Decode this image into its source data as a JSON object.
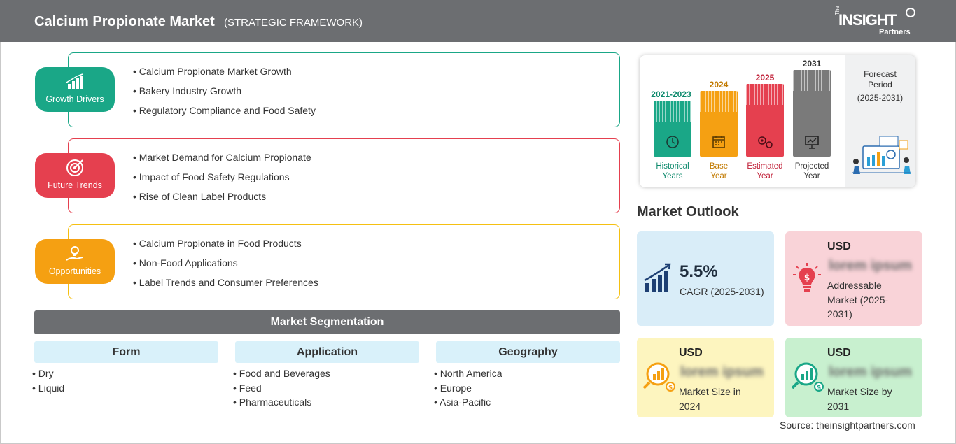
{
  "header": {
    "title": "Calcium Propionate Market",
    "subtitle": "(STRATEGIC FRAMEWORK)",
    "logo": {
      "the": "The",
      "main": "INSIGHT",
      "sub": "Partners"
    }
  },
  "framework": [
    {
      "label": "Growth Drivers",
      "color": "#1aa787",
      "icon": "chart-growth-icon",
      "items": [
        "Calcium Propionate Market Growth",
        "Bakery Industry Growth",
        "Regulatory Compliance and Food Safety"
      ]
    },
    {
      "label": "Future Trends",
      "color": "#e5404f",
      "icon": "target-icon",
      "items": [
        "Market Demand for Calcium Propionate",
        "Impact of Food Safety Regulations",
        "Rise of Clean Label Products"
      ]
    },
    {
      "label": "Opportunities",
      "color": "#f5a012",
      "icon": "lightbulb-hand-icon",
      "items": [
        "Calcium Propionate in Food Products",
        "Non-Food Applications",
        "Label Trends and Consumer Preferences"
      ]
    }
  ],
  "segmentation": {
    "title": "Market Segmentation",
    "columns": [
      {
        "title": "Form",
        "items": [
          "Dry",
          "Liquid"
        ]
      },
      {
        "title": "Application",
        "items": [
          "Food and Beverages",
          "Feed",
          "Pharmaceuticals"
        ]
      },
      {
        "title": "Geography",
        "items": [
          "North America",
          "Europe",
          "Asia-Pacific"
        ]
      }
    ]
  },
  "timeline": {
    "periods": [
      {
        "year": "2021-2023",
        "label_line1": "Historical",
        "label_line2": "Years",
        "color": "#1aa787",
        "icon": "history-icon"
      },
      {
        "year": "2024",
        "label_line1": "Base",
        "label_line2": "Year",
        "color": "#f5a012",
        "icon": "calendar-icon"
      },
      {
        "year": "2025",
        "label_line1": "Estimated",
        "label_line2": "Year",
        "color": "#e5404f",
        "icon": "gears-icon"
      },
      {
        "year": "2031",
        "label_line1": "Projected",
        "label_line2": "Year",
        "color": "#7a7a7a",
        "icon": "presentation-icon"
      }
    ],
    "year_colors": [
      "#0e8a6d",
      "#c27a00",
      "#c01e36",
      "#333333"
    ],
    "forecast_title_line1": "Forecast",
    "forecast_title_line2": "Period",
    "forecast_period": "(2025-2031)"
  },
  "outlook": {
    "title": "Market Outlook",
    "cagr": {
      "value": "5.5%",
      "label": "CAGR (2025-2031)",
      "bg": "#d9edf8"
    },
    "addressable": {
      "usd": "USD",
      "value": "lorem ipsum",
      "label_lines": [
        "Addressable",
        "Market (2025-",
        "2031)"
      ],
      "bg": "#f9d3d8"
    },
    "size2024": {
      "usd": "USD",
      "value": "lorem ipsum",
      "label_lines": [
        "Market Size in",
        "2024"
      ],
      "bg": "#fdf5bf"
    },
    "size2031": {
      "usd": "USD",
      "value": "lorem ipsum",
      "label_lines": [
        "Market Size by",
        "2031"
      ],
      "bg": "#c8f0cf"
    }
  },
  "source": "Source: theinsightpartners.com"
}
